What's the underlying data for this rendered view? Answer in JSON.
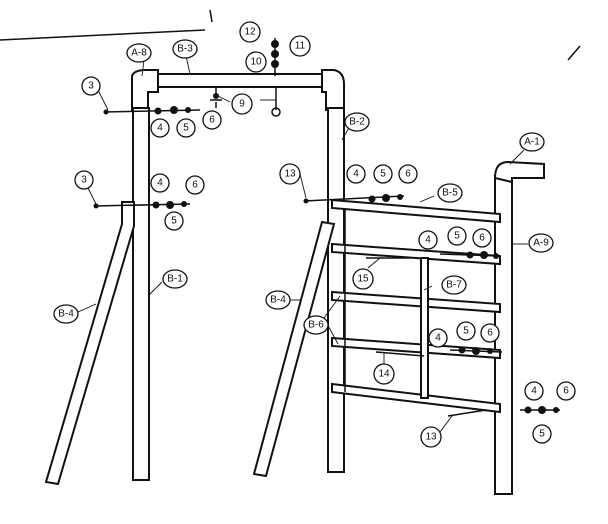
{
  "diagram": {
    "callouts": {
      "c3a": "3",
      "c3b": "3",
      "c4a": "4",
      "c5a": "5",
      "c6a": "6",
      "c4b": "4",
      "c5b": "5",
      "c6b": "6",
      "c4c": "4",
      "c5c": "5",
      "c6c": "6",
      "c4d": "4",
      "c5d": "5",
      "c6d": "6",
      "c4e": "4",
      "c5e": "5",
      "c6e": "6",
      "c4f": "4",
      "c5f": "5",
      "c6f": "6",
      "c9": "9",
      "c10": "10",
      "c11": "11",
      "c12": "12",
      "c13a": "13",
      "c13b": "13",
      "c14": "14",
      "c15": "15",
      "cA8": "A-8",
      "cB3": "B-3",
      "cB2": "B-2",
      "cB1": "B-1",
      "cB4a": "B-4",
      "cB4b": "B-4",
      "cB5": "B-5",
      "cB6": "B-6",
      "cB7": "B-7",
      "cA1": "A-1",
      "cA9": "A-9"
    }
  }
}
